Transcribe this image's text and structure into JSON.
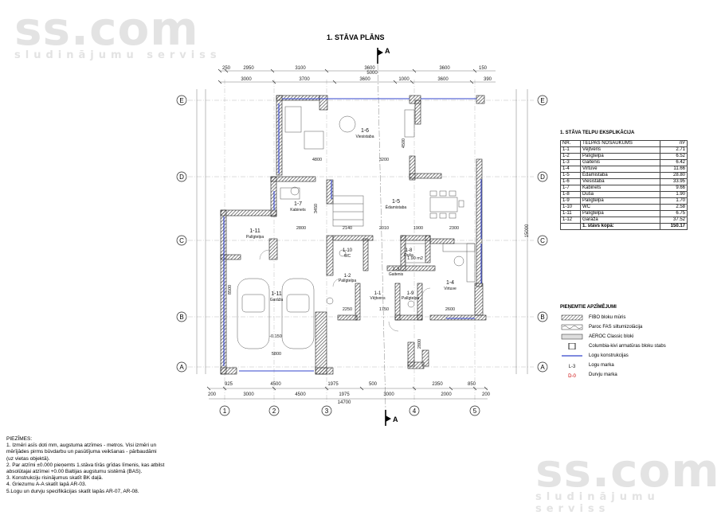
{
  "watermark": {
    "brand": "ss.com",
    "tagline": "sludinājumu serviss"
  },
  "title": "1. STĀVA PLĀNS",
  "section_mark": "A",
  "grid_rows": [
    "E",
    "D",
    "C",
    "B",
    "A"
  ],
  "grid_cols": [
    "1",
    "2",
    "3",
    "4",
    "5"
  ],
  "top_dims_outer": [
    "250",
    "2950",
    "3100",
    "3600",
    "3600",
    "150"
  ],
  "top_dims_inner": [
    "3000",
    "3700",
    "3600",
    "1000",
    "3600",
    "390"
  ],
  "top_mid_dim": "5000",
  "bottom_dims_outer": [
    "200",
    "3000",
    "4500",
    "1975",
    "3000",
    "2000",
    "200"
  ],
  "bottom_dims_inner": [
    "925",
    "4500",
    "1975",
    "500",
    "2350",
    "850"
  ],
  "bottom_total": "14700",
  "left_total": "15000",
  "rooms": {
    "r16": {
      "id": "1-6",
      "name": "Viesistaba"
    },
    "r15": {
      "id": "1-5",
      "name": "Ēdamistaba"
    },
    "r17": {
      "id": "1-7",
      "name": "Kabinets"
    },
    "r111": {
      "id": "1-11",
      "name": "Palīgtelpa"
    },
    "r111g": {
      "id": "1-11",
      "name": "Garāža"
    },
    "r110": {
      "id": "1-10",
      "name": "WC"
    },
    "r18": {
      "id": "1-8",
      "name": "Duša"
    },
    "r12": {
      "id": "1-2",
      "name": "Palīgtelpa"
    },
    "r13": {
      "id": "1-3",
      "name": "Gaitenis"
    },
    "r14": {
      "id": "1-4",
      "name": "Virtuve"
    },
    "r11": {
      "id": "1-1",
      "name": "Vējtveris"
    },
    "r19": {
      "id": "1-9",
      "name": "Palīgtelpa"
    }
  },
  "plan_dims": {
    "d4800": "4800",
    "d3200": "3200",
    "d2800": "2800",
    "d2140": "2140",
    "d2010": "2010",
    "d1900": "1900",
    "d2300": "2300",
    "d5800": "5800",
    "d2250": "2250",
    "d1750": "1750",
    "d2600": "2600",
    "d4500": "4500",
    "d3450": "3450",
    "d8500": "8500",
    "d2800b": "2800",
    "elev": "-0.150",
    "h190": "1.90 m2"
  },
  "explication": {
    "title": "1. STĀVA TELPU EKSPLIKĀCIJA",
    "headers": [
      "NR.",
      "TELPAS NOSAUKUMS",
      "m²"
    ],
    "rows": [
      [
        "1-1",
        "Vējtveris",
        "2.71"
      ],
      [
        "1-2",
        "Palīgtelpa",
        "6.52"
      ],
      [
        "1-3",
        "Gaitenis",
        "6.42"
      ],
      [
        "1-4",
        "Virtuve",
        "11.66"
      ],
      [
        "1-5",
        "Ēdamistaba",
        "28.80"
      ],
      [
        "1-6",
        "Viesistaba",
        "33.95"
      ],
      [
        "1-7",
        "Kabinets",
        "9.66"
      ],
      [
        "1-8",
        "Duša",
        "1.90"
      ],
      [
        "1-9",
        "Palīgtelpa",
        "1.70"
      ],
      [
        "1-10",
        "WC",
        "2.58"
      ],
      [
        "1-11",
        "Palīgtelpa",
        "6.75"
      ],
      [
        "1-12",
        "Garāža",
        "37.52"
      ]
    ],
    "total": [
      "",
      "1. stāvs kopā:",
      "150.17"
    ]
  },
  "legend": {
    "title": "PIEŅEMTIE APZĪMĒJUMI",
    "items": [
      {
        "label": "FIBO bloku mūris",
        "sym": "hatch"
      },
      {
        "label": "Paroc FAS siltumizolācija",
        "sym": "insul"
      },
      {
        "label": "AEROC Classic bloki",
        "sym": "aeroc"
      },
      {
        "label": "Columbia-kivi armatūras bloku stabs",
        "sym": "column"
      },
      {
        "label": "Logu konstrukcijas",
        "sym": "window"
      },
      {
        "label": "Logu marka",
        "sym": "wmark"
      },
      {
        "label": "Durvju marka",
        "sym": "dmark"
      }
    ],
    "wmark_text": "L-3",
    "dmark_text": "D-0"
  },
  "notes": [
    "PIEZĪMES:",
    "1. Izmēri asīs doti mm, augstuma atzīmes  - metros. Visi izmēri un",
    "mērījādes pirms būvdarbu un pasūtījuma veikšanas - pārbaudāmi",
    "(uz vietas objektā).",
    "2. Par atzīmi ±0.000 pieņemts 1.stāva tīrās grīdas līmenis, kas atbilst",
    "absolūtajai atzīmei +0.00 Baltijas augstumu sistēmā (BAS).",
    "3. Konstrukciju risinājumus skatīt BK daļā.",
    "4. Griezumu A-A skatīt lapā AR-03.",
    "5.Logu un durvju specifikācijas skatīt lapās AR-07, AR-08."
  ],
  "colors": {
    "wall": "#3a3a3a",
    "window": "#3333cc",
    "dim": "#555555",
    "grid": "#999999"
  }
}
